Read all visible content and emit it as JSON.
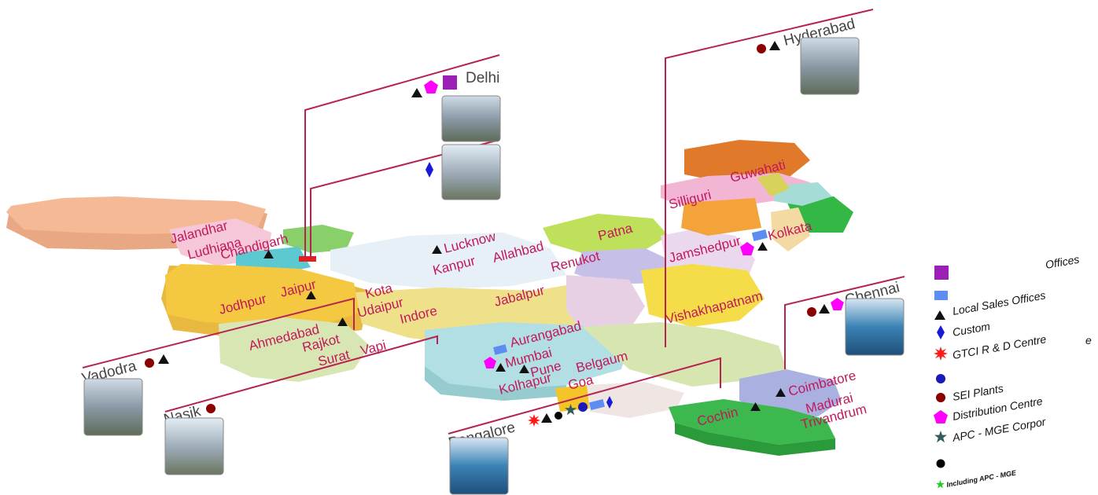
{
  "colors": {
    "label": "#c2185b",
    "leader": "#b5244f",
    "triangle": "#111111",
    "sei_plant": "#8b0000",
    "rd_centre": "#ff1a1a",
    "distribution": "#ff00ff",
    "offices": "#9b1fb5",
    "local_sales": "#5b8ef0",
    "custom": "#1a1ad6",
    "blue_dot": "#1a1ab8",
    "apc": "#2f5d5d",
    "black_dot": "#000000",
    "green_star": "#22cc22"
  },
  "cities": [
    "Jalandhar",
    "Ludhiana",
    "Chandigarh",
    "Lucknow",
    "Kanpur",
    "Allahbad",
    "Patna",
    "Renukot",
    "Silliguri",
    "Guwahati",
    "Jamshedpur",
    "Kolkata",
    "Jodhpur",
    "Jaipur",
    "Kota",
    "Udaipur",
    "Indore",
    "Jabalpur",
    "Vishakhapatnam",
    "Ahmedabad",
    "Rajkot",
    "Surat",
    "Vapi",
    "Aurangabad",
    "Mumbai",
    "Pune",
    "Kolhapur",
    "Belgaum",
    "Goa",
    "Coimbatore",
    "Cochin",
    "Madurai",
    "Trivandrum"
  ],
  "callouts": {
    "delhi": "Delhi",
    "hyderabad": "Hyderabad",
    "chennai": "Chennai",
    "vadodra": "Vadodra",
    "nasik": "Nasik",
    "bangalore": "Bangalore"
  },
  "legend": {
    "offices": "Offices",
    "local_sales": "Local Sales Offices",
    "custom": "Custom",
    "rd_centre": "GTCI R & D Centre",
    "stray_e": "e",
    "sei_plants": "SEI Plants",
    "distribution": "Distribution Centre",
    "apc": "APC - MGE Corpor",
    "note": "Including APC - MGE"
  },
  "icons": [
    "triangle-icon",
    "sei-plant-dot-icon",
    "distribution-pentagon-icon",
    "offices-square-icon",
    "local-sales-rect-icon",
    "custom-diamond-icon",
    "rd-centre-burst-icon",
    "blue-dot-icon",
    "apc-star-icon",
    "black-dot-icon",
    "green-star-icon"
  ]
}
